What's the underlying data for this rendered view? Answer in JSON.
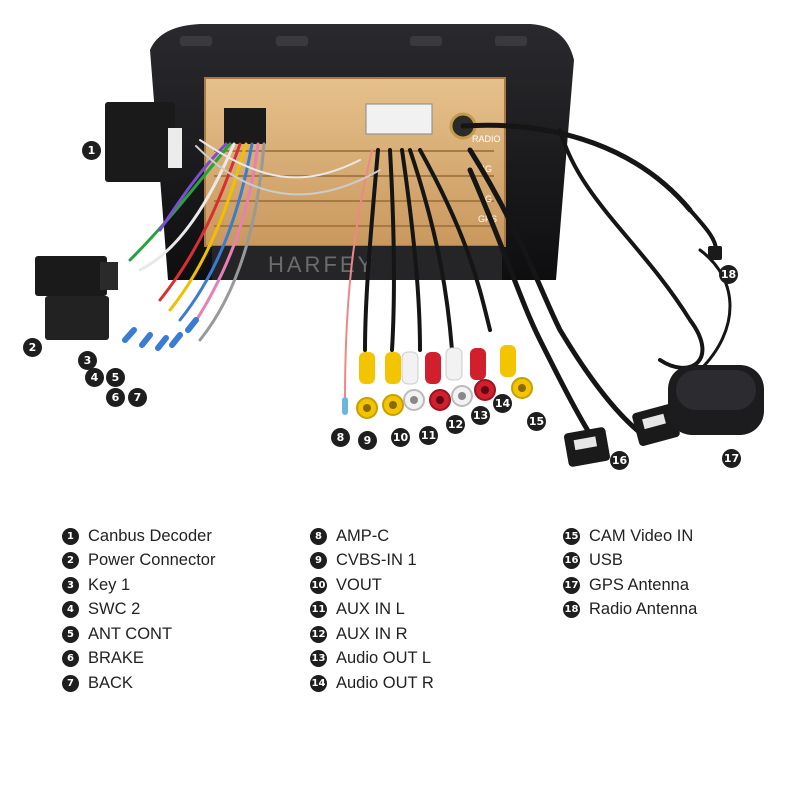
{
  "brand": {
    "text": "HARFEY"
  },
  "unit_labels": [
    "RADIO",
    "4G",
    "4G",
    "GPS"
  ],
  "callouts": [
    {
      "n": "1"
    },
    {
      "n": "2"
    },
    {
      "n": "3"
    },
    {
      "n": "4"
    },
    {
      "n": "5"
    },
    {
      "n": "6"
    },
    {
      "n": "7"
    },
    {
      "n": "8"
    },
    {
      "n": "9"
    },
    {
      "n": "10"
    },
    {
      "n": "11"
    },
    {
      "n": "12"
    },
    {
      "n": "13"
    },
    {
      "n": "14"
    },
    {
      "n": "15"
    },
    {
      "n": "16"
    },
    {
      "n": "17"
    },
    {
      "n": "18"
    }
  ],
  "legend": [
    [
      {
        "n": "1",
        "label": "Canbus Decoder"
      },
      {
        "n": "2",
        "label": "Power Connector"
      },
      {
        "n": "3",
        "label": "Key 1"
      },
      {
        "n": "4",
        "label": "SWC 2"
      },
      {
        "n": "5",
        "label": "ANT CONT"
      },
      {
        "n": "6",
        "label": "BRAKE"
      },
      {
        "n": "7",
        "label": "BACK"
      }
    ],
    [
      {
        "n": "8",
        "label": "AMP-C"
      },
      {
        "n": "9",
        "label": "CVBS-IN 1"
      },
      {
        "n": "10",
        "label": "VOUT"
      },
      {
        "n": "11",
        "label": "AUX IN L"
      },
      {
        "n": "12",
        "label": "AUX IN R"
      },
      {
        "n": "13",
        "label": "Audio OUT L"
      },
      {
        "n": "14",
        "label": "Audio OUT R"
      }
    ],
    [
      {
        "n": "15",
        "label": "CAM Video IN"
      },
      {
        "n": "16",
        "label": "USB"
      },
      {
        "n": "17",
        "label": "GPS Antenna"
      },
      {
        "n": "18",
        "label": "Radio Antenna"
      }
    ]
  ],
  "colors": {
    "frame": "#1a1a1c",
    "chassis": "#d8b07a",
    "rca_red": "#d11f2e",
    "rca_white": "#f2f2f2",
    "rca_yellow": "#f2c500",
    "cable": "#151515"
  }
}
